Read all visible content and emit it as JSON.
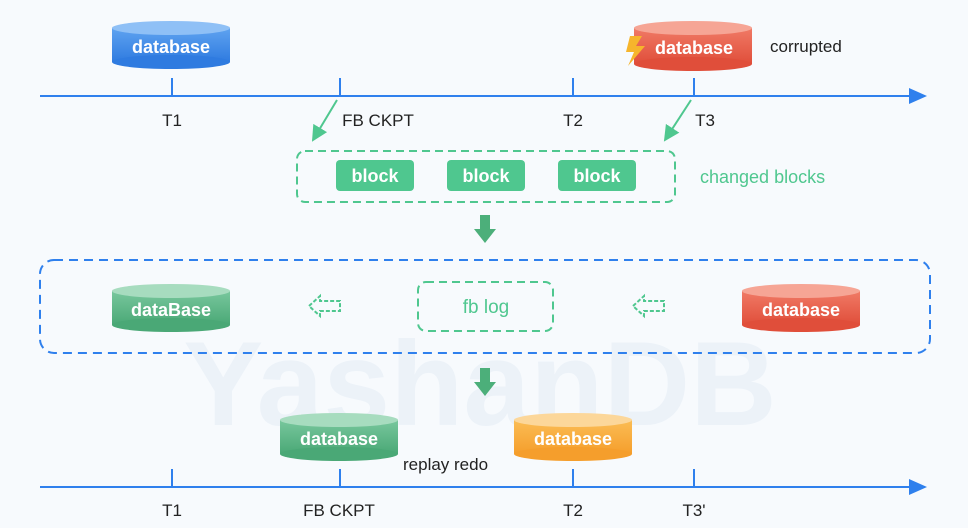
{
  "colors": {
    "axis": "#2f80ed",
    "blue_db": "#3d8be8",
    "red_db": "#e8604c",
    "green_db": "#5cb585",
    "orange_db": "#f7a93b",
    "green_accent": "#4fc78f",
    "dash_blue": "#2f80ed"
  },
  "timeline_top": {
    "ticks": [
      "T1",
      "FB CKPT",
      "T2",
      "T3"
    ],
    "db_t1": "database",
    "db_t3": "database",
    "corrupted_label": "corrupted"
  },
  "changed_blocks": {
    "blocks": [
      "block",
      "block",
      "block"
    ],
    "label": "changed blocks"
  },
  "middle": {
    "db_left": "dataBase",
    "fb_log": "fb log",
    "db_right": "database"
  },
  "timeline_bottom": {
    "ticks": [
      "T1",
      "FB CKPT",
      "T2",
      "T3'"
    ],
    "db_ckpt": "database",
    "db_t2": "database",
    "replay_label": "replay redo"
  },
  "watermark": "YashanDB"
}
